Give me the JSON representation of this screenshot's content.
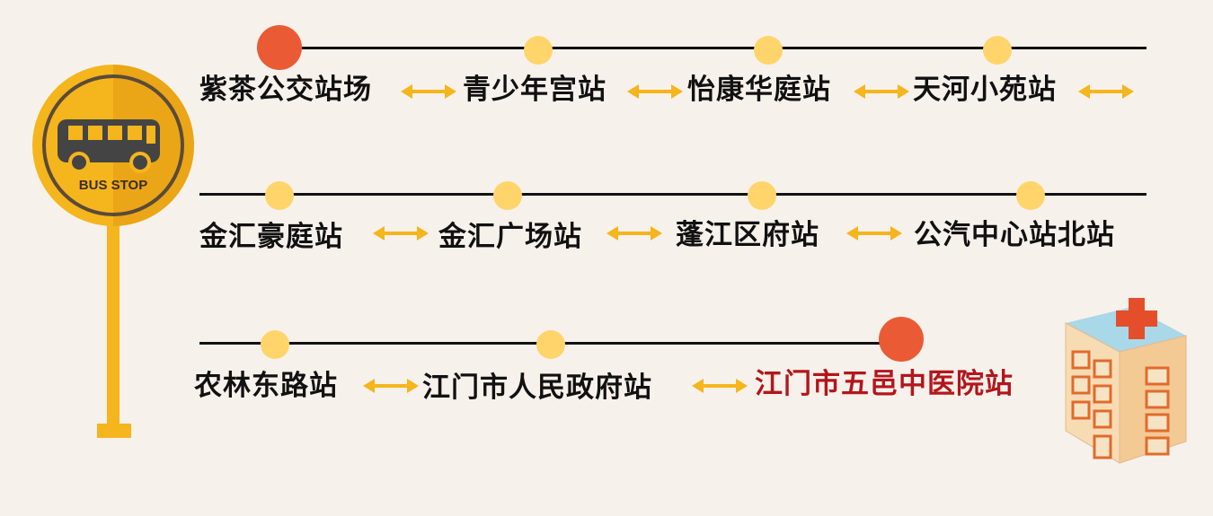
{
  "sign": {
    "text": "BUS STOP"
  },
  "colors": {
    "accent": "#f5b51c",
    "dot": "#ffd56b",
    "highlight": "#ea5b35",
    "destination": "#b3161b",
    "line": "#111111"
  },
  "icons": {
    "sign": "bus-stop-sign-icon",
    "bus": "bus-icon",
    "arrow": "double-arrow-icon",
    "hospital": "hospital-building-icon"
  },
  "route": {
    "rows": [
      {
        "stops": [
          "紫茶公交站场",
          "青少年宫站",
          "怡康华庭站",
          "天河小苑站"
        ]
      },
      {
        "stops": [
          "金汇豪庭站",
          "金汇广场站",
          "蓬江区府站",
          "公汽中心站北站"
        ]
      },
      {
        "stops": [
          "农林东路站",
          "江门市人民政府站",
          "江门市五邑中医院站"
        ]
      }
    ]
  }
}
